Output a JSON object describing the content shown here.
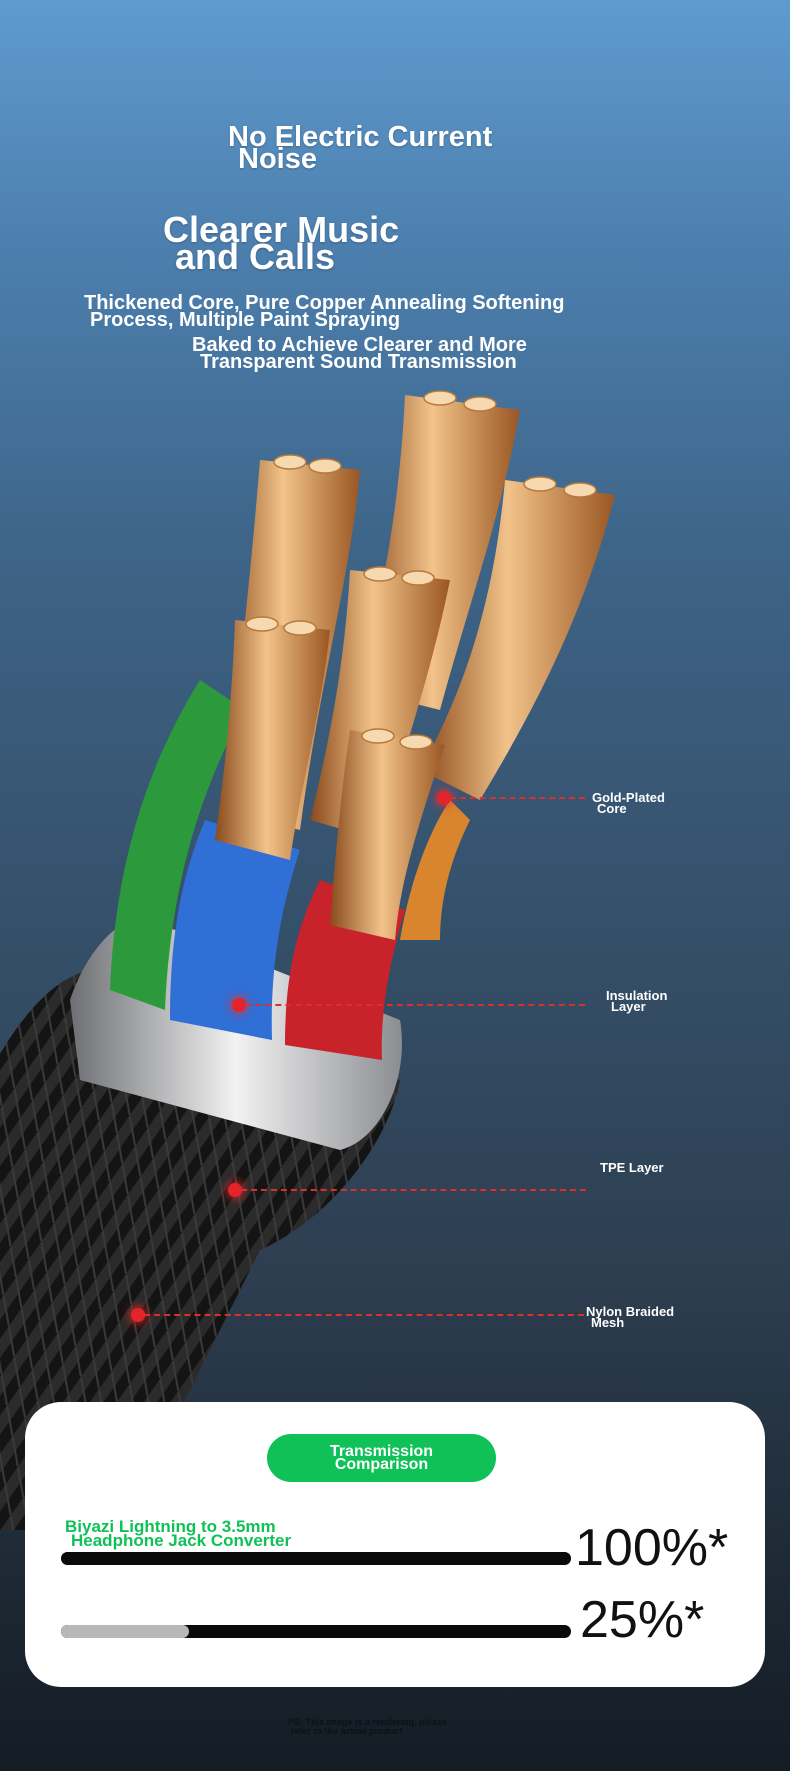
{
  "headline1": {
    "line1": "No Electric Current",
    "line2": "Noise"
  },
  "headline2": {
    "line1": "Clearer Music",
    "line2": "and Calls"
  },
  "description1": {
    "line1": "Thickened Core, Pure Copper Annealing Softening",
    "line2": "Process, Multiple Paint Spraying"
  },
  "description2": {
    "line1": "Baked to Achieve Clearer and More",
    "line2": "Transparent Sound Transmission"
  },
  "callouts": [
    {
      "line1": "Gold-Plated",
      "line2": "Core"
    },
    {
      "line1": "Insulation",
      "line2": "Layer"
    },
    {
      "line1": "TPE Layer",
      "line2": ""
    },
    {
      "line1": "Nylon Braided",
      "line2": "Mesh"
    }
  ],
  "comparison": {
    "badge": {
      "line1": "Transmission",
      "line2": "Comparison"
    },
    "rows": [
      {
        "label_line1": "Biyazi Lightning to 3.5mm",
        "label_line2": "Headphone Jack Converter",
        "value_text": "100%*",
        "fraction": 1.0
      },
      {
        "label_line1": "",
        "label_line2": "",
        "value_text": "25%*",
        "fraction": 0.25
      }
    ],
    "colors": {
      "accent_green": "#0fc157",
      "bar_track": "#0a0a0a",
      "bar_fill_other": "#b8b8b8"
    }
  },
  "footnote": {
    "line1": "PS: This image is a rendering, please",
    "line2": "refer to the actual product"
  },
  "colors": {
    "callout_red": "#e3242b",
    "copper": "#d9954f",
    "wire_green": "#2c9a3c",
    "wire_blue": "#2f6fd6",
    "wire_red": "#c8222a",
    "wire_orange": "#d9852e"
  },
  "icons": [
    "cable-illustration"
  ]
}
